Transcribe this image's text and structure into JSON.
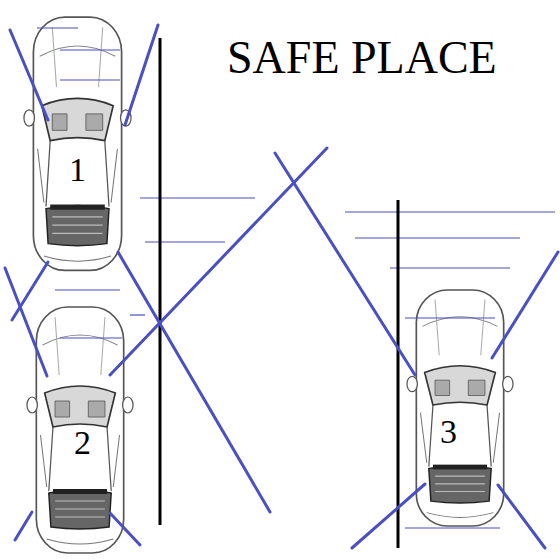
{
  "diagram": {
    "title": "SAFE PLACE",
    "labels": [
      "1",
      "2",
      "3"
    ]
  }
}
